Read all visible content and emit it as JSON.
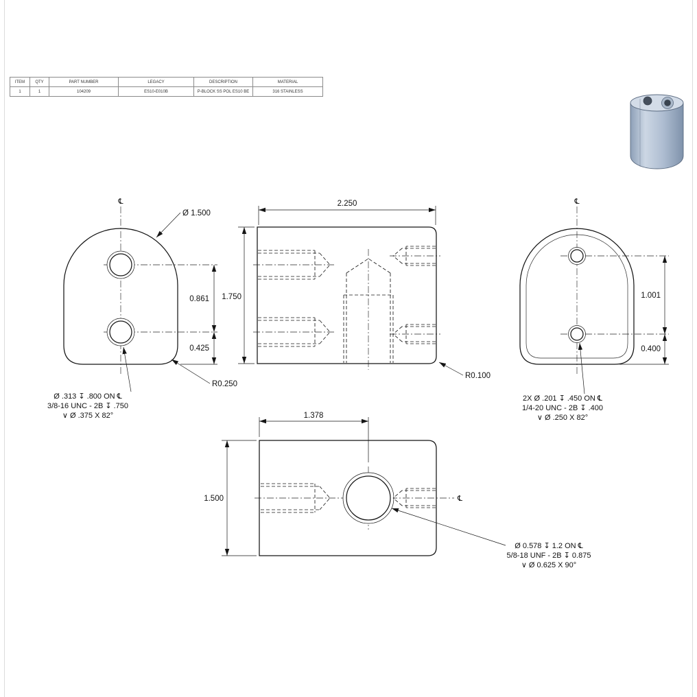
{
  "bom_table": {
    "headers": [
      "ITEM",
      "QTY",
      "PART NUMBER",
      "LEGACY",
      "DESCRIPTION",
      "MATERIAL"
    ],
    "row": [
      "1",
      "1",
      "104209",
      "ES10-E010B",
      "P-BLOCK SS POL ES10 BE",
      "316 STAINLESS"
    ]
  },
  "symbols": {
    "centerline": "℄"
  },
  "front_view": {
    "diameter_callout": "Ø 1.500",
    "hole_spacing_dim": "0.861",
    "bottom_offset_dim": "0.425",
    "corner_radius_callout": "R0.250",
    "note": [
      "Ø .313 ↧ .800 ON ℄",
      "3/8-16 UNC - 2B ↧ .750",
      "∨ Ø .375 X 82°"
    ]
  },
  "side_view": {
    "width_dim": "2.250",
    "height_dim": "1.750",
    "corner_radius_callout": "R0.100"
  },
  "back_view": {
    "hole_spacing_dim": "1.001",
    "bottom_offset_dim": "0.400",
    "note": [
      "2X Ø .201 ↧ .450 ON ℄",
      "1/4-20 UNC - 2B ↧ .400",
      "∨ Ø .250 X 82°"
    ]
  },
  "bottom_view": {
    "hole_position_dim": "1.378",
    "height_dim": "1.500",
    "note": [
      "Ø 0.578 ↧ 1.2 ON ℄",
      "5/8-18 UNF - 2B ↧ 0.875",
      "∨ Ø 0.625 X 90°"
    ]
  },
  "colors": {
    "line": "#151515",
    "steel_light": "#d3dce8",
    "steel_mid": "#aebdd1",
    "steel_dark": "#8093ab"
  }
}
